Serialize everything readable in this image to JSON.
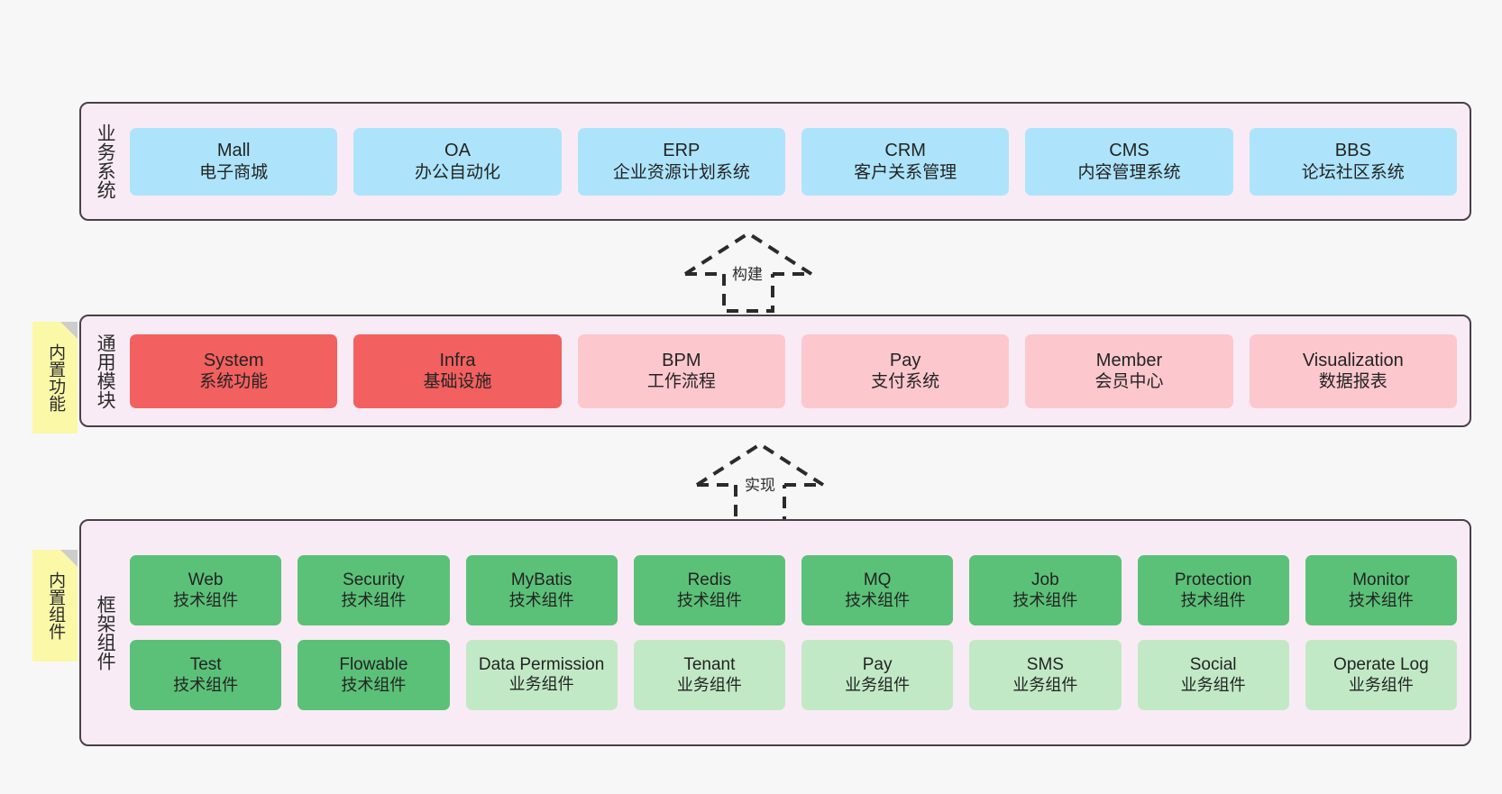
{
  "diagram": {
    "title_present": false,
    "background_color": "#f7f7f7",
    "layer_fill": "#f9ebf5",
    "layer_border": "#4a4048"
  },
  "layers": [
    {
      "id": "business-system",
      "title": "业务系统",
      "box_color": "#ade4fb",
      "rows": [
        {
          "cells": [
            {
              "name": "Mall",
              "desc": "电子商城",
              "color": "#ade4fb"
            },
            {
              "name": "OA",
              "desc": "办公自动化",
              "color": "#ade4fb"
            },
            {
              "name": "ERP",
              "desc": "企业资源计划系统",
              "color": "#ade4fb"
            },
            {
              "name": "CRM",
              "desc": "客户关系管理",
              "color": "#ade4fb"
            },
            {
              "name": "CMS",
              "desc": "内容管理系统",
              "color": "#ade4fb"
            },
            {
              "name": "BBS",
              "desc": "论坛社区系统",
              "color": "#ade4fb"
            }
          ]
        }
      ]
    },
    {
      "id": "common-module",
      "title": "通用模块",
      "rows": [
        {
          "cells": [
            {
              "name": "System",
              "desc": "系统功能",
              "color": "#f2605f"
            },
            {
              "name": "Infra",
              "desc": "基础设施",
              "color": "#f2605f"
            },
            {
              "name": "BPM",
              "desc": "工作流程",
              "color": "#fdc7ce"
            },
            {
              "name": "Pay",
              "desc": "支付系统",
              "color": "#fdc7ce"
            },
            {
              "name": "Member",
              "desc": "会员中心",
              "color": "#fdc7ce"
            },
            {
              "name": "Visualization",
              "desc": "数据报表",
              "color": "#fdc7ce"
            }
          ]
        }
      ]
    },
    {
      "id": "framework-component",
      "title": "框架组件",
      "rows": [
        {
          "cells": [
            {
              "name": "Web",
              "desc": "技术组件",
              "color": "#5bc178"
            },
            {
              "name": "Security",
              "desc": "技术组件",
              "color": "#5bc178"
            },
            {
              "name": "MyBatis",
              "desc": "技术组件",
              "color": "#5bc178"
            },
            {
              "name": "Redis",
              "desc": "技术组件",
              "color": "#5bc178"
            },
            {
              "name": "MQ",
              "desc": "技术组件",
              "color": "#5bc178"
            },
            {
              "name": "Job",
              "desc": "技术组件",
              "color": "#5bc178"
            },
            {
              "name": "Protection",
              "desc": "技术组件",
              "color": "#5bc178"
            },
            {
              "name": "Monitor",
              "desc": "技术组件",
              "color": "#5bc178"
            }
          ]
        },
        {
          "cells": [
            {
              "name": "Test",
              "desc": "技术组件",
              "color": "#5bc178"
            },
            {
              "name": "Flowable",
              "desc": "技术组件",
              "color": "#5bc178"
            },
            {
              "name": "Data Permission",
              "desc": "业务组件",
              "color": "#c2e9c6"
            },
            {
              "name": "Tenant",
              "desc": "业务组件",
              "color": "#c2e9c6"
            },
            {
              "name": "Pay",
              "desc": "业务组件",
              "color": "#c2e9c6"
            },
            {
              "name": "SMS",
              "desc": "业务组件",
              "color": "#c2e9c6"
            },
            {
              "name": "Social",
              "desc": "业务组件",
              "color": "#c2e9c6"
            },
            {
              "name": "Operate Log",
              "desc": "业务组件",
              "color": "#c2e9c6"
            }
          ]
        }
      ]
    }
  ],
  "notes": [
    {
      "id": "builtin-function",
      "text": "内置功能",
      "color": "#fbf8a8"
    },
    {
      "id": "builtin-component",
      "text": "内置组件",
      "color": "#fbf8a8"
    }
  ],
  "arrows": [
    {
      "id": "build-arrow",
      "label": "构建",
      "style": "dashed-generalization",
      "direction": "up"
    },
    {
      "id": "implement-arrow",
      "label": "实现",
      "style": "dashed-generalization",
      "direction": "up"
    }
  ]
}
